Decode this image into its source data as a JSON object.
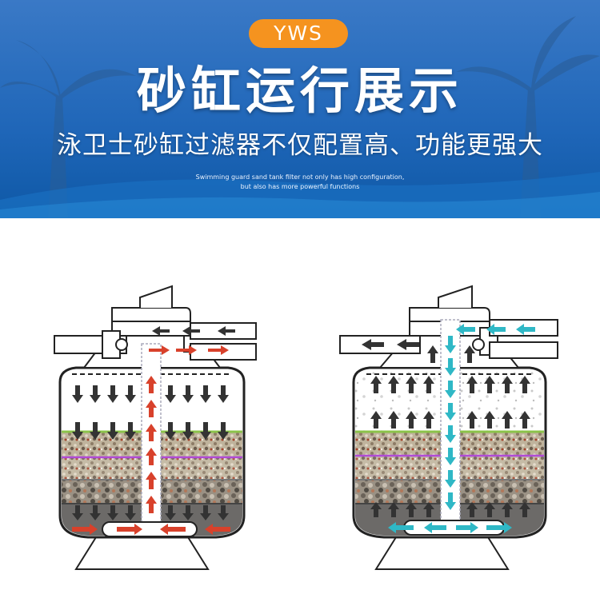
{
  "header": {
    "badge": "YWS",
    "title": "砂缸运行展示",
    "subtitle": "泳卫士砂缸过滤器不仅配置高、功能更强大",
    "english_line1": "Swimming guard sand tank filter not only has high configuration,",
    "english_line2": "but also has more powerful functions"
  },
  "colors": {
    "banner_top": "#2f6fbf",
    "banner_bottom": "#0f5aa6",
    "badge": "#f5931f",
    "filter_flow": "#d8412b",
    "backwash_flow": "#2fb8c6",
    "dark_arrow": "#333333",
    "green_layer": "#8bc34a",
    "purple_layer": "#b04bd6"
  },
  "icons": [
    "down-arrow-icon",
    "up-arrow-icon",
    "left-arrow-icon",
    "right-arrow-icon"
  ]
}
